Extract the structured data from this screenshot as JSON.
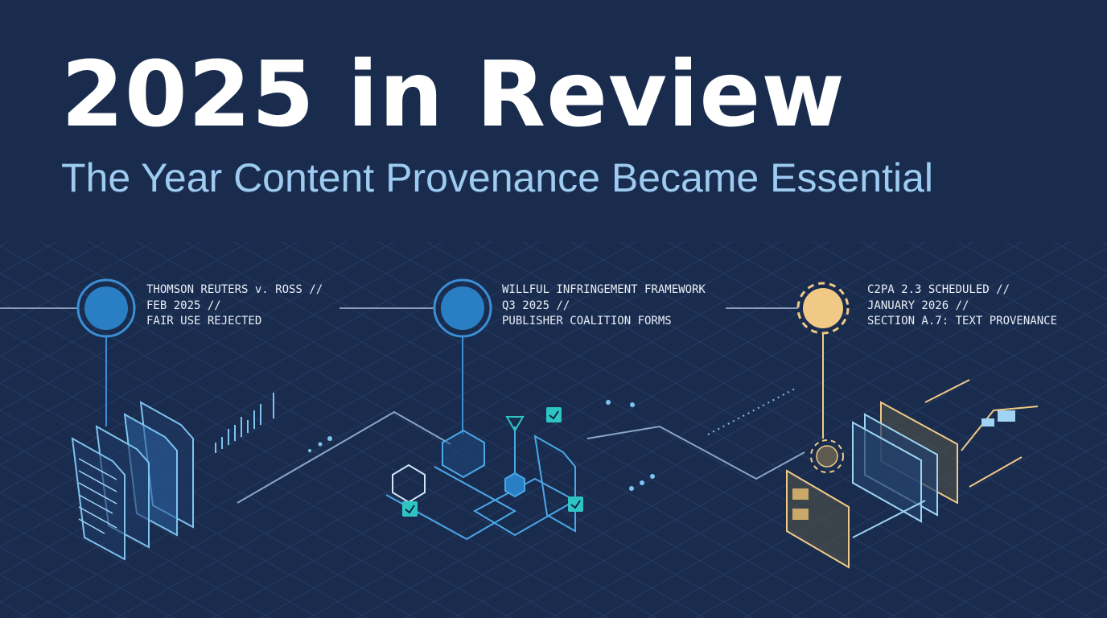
{
  "header": {
    "title": "2025 in Review",
    "subtitle": "The Year Content Provenance Became Essential"
  },
  "timeline": [
    {
      "lines": [
        "THOMSON REUTERS v. ROSS //",
        "FEB 2025 //",
        "FAIR USE REJECTED"
      ],
      "node_color": "#2a7fc4",
      "icon": "documents-stack-icon"
    },
    {
      "lines": [
        "WILLFUL INFRINGEMENT FRAMEWORK",
        "Q3 2025 //",
        "PUBLISHER COALITION FORMS"
      ],
      "node_color": "#2a7fc4",
      "icon": "network-cubes-icon"
    },
    {
      "lines": [
        "C2PA 2.3 SCHEDULED //",
        "JANUARY 2026 //",
        "SECTION A.7: TEXT PROVENANCE"
      ],
      "node_color": "#f0c987",
      "icon": "layered-panels-icon"
    }
  ],
  "colors": {
    "background": "#1a2c4e",
    "accent_blue": "#4a9fe0",
    "accent_teal": "#2ec4c4",
    "accent_gold": "#f0c987"
  }
}
